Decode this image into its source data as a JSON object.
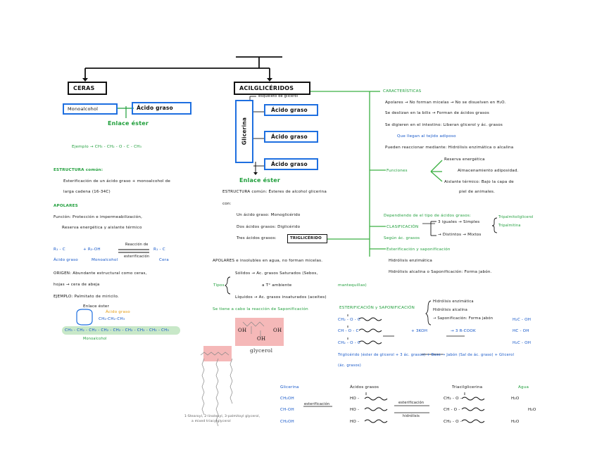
{
  "colors": {
    "black": "#111111",
    "blue": "#1e6fe0",
    "green": "#3cb043",
    "orange": "#e39a0e",
    "pink": "#f5b8b8"
  },
  "top": {
    "ceras": "CERAS",
    "acil": "ACILGLICÉRIDOS"
  },
  "ceras": {
    "mono": "Monoalcohol",
    "acido": "Ácido graso",
    "enlace": "Enlace éster",
    "ejemplo": "Ejemplo → CH₃ - CH₂ - O - C - CH₃",
    "estr_t": "ESTRUCTURA común:",
    "estr_1": "Esterificación de un ácido graso + monoalcohol de",
    "estr_2": "larga cadena (16-34C)",
    "apolares": "APOLARES",
    "funcion": "Función: Protección e impermeabilización,",
    "funcion2": "Reserva energética y aislante térmico",
    "r1": "R₁ - C",
    "r_mas": "+ R₂-OH",
    "r_top": "Reacción de",
    "r_bot": "esterificación",
    "r_prod": "R₁ - C",
    "r_lbl1": "Ácido graso",
    "r_lbl2": "Monoalcohol",
    "r_lbl3": "Cera",
    "origen": "ORIGEN: Abundante estructural como ceras,",
    "origen2": "hojas → cera de abeja",
    "ejemplo2": "EJEMPLO: Palmitato de miricilo.",
    "enlace2": "Enlace éster",
    "acido2": "Ácido graso",
    "formula1": "CH₂-CH₂-CH₃",
    "formula2": "CH₃ - CH₂ - CH₂ - CH₂ - CH₂ - CH₂ - CH₂ - CH₂ - CH₃",
    "mono2": "Monoalcohol"
  },
  "acil": {
    "esqueleto": "esqueleto de glicerol",
    "glicerina": "Glicerina",
    "ag1": "Ácido graso",
    "ag2": "Ácido graso",
    "ag3": "Ácido graso",
    "enlace": "Enlace éster",
    "estr": "ESTRUCTURA común: Ésteres de alcohol glicerina",
    "estr2": "con:",
    "uno": "Un ácido graso: Monoglicérido",
    "dos": "Dos ácidos grasos: Diglicérido",
    "tres": "Tres ácidos grasos:",
    "trig": "TRIGLICÉRIDO",
    "apol": "APOLARES e insolubles en agua, no forman micelas.",
    "tipos": "Tipos",
    "solidos": "Sólidos → Ac. grasos Saturados (Sebos,",
    "mant": "mantequillas)",
    "ambiente": "a T° ambiente",
    "liquidos": "Líquidos → Ac. grasos insaturados (aceites)",
    "obtiene": "Se tiene a cabo la reacción de Saponificación",
    "glycerol": "glycerol",
    "gl_OH1": "OH",
    "gl_OH2": "OH",
    "gl_OH3": "OH",
    "caption1": "1-Stearoyl, 2-linoleoyl, 3-palmitoyl glycerol,",
    "caption2": "a mixed triacylglycerol"
  },
  "right": {
    "caract": "CARACTERÍSTICAS",
    "c1": "Apolares → No forman micelas → No se disuelven en H₂O.",
    "c2": "Se deslizan en la bilis → Forman de ácidos grasos",
    "c3": "Se digieren en el intestino: Liberan glicerol y ác. grasos",
    "c4": "Que llegan al tejido adiposo",
    "c5": "Pueden reaccionar mediante: Hidrólisis enzimática o alcalina",
    "funciones": "Funciones",
    "f1": "Reserva energética",
    "f2": "Almacenamiento adiposidad.",
    "f3": "Aislante térmico: Bajo la capa de",
    "f3b": "piel de animales.",
    "dep": "Dependiendo de el tipo de ácidos grasos:",
    "clasif": "CLASIFICACIÓN",
    "iguales": "3 iguales → Simples",
    "trip": "Tripalmitoilglicerol",
    "trip2": "Tripalmitina",
    "dist": "→ Distintos → Mixtos",
    "segun": "Según ác. grasos",
    "ester": "Esterificación y saponificación",
    "h_enz": "Hidrólisis enzimática",
    "h_alc": "Hidrólisis alcalina o Saponificación: Forma jabón."
  },
  "sapo": {
    "title": "ESTERIFICACIÓN y SAPONIFICACIÓN",
    "o1": "Hidrólisis enzimática",
    "o2": "Hidrólisis alcalina",
    "o3": "→ Saponificación: Forma jabón",
    "r1": "CH₂ - O - C",
    "r2": "CH - O - C",
    "r3": "CH₂ - O - C",
    "koh": "+ 3KOH",
    "arrow": "→ 3 R-COOK",
    "p1": "H₂C - OH",
    "p2": "HC - OH",
    "p3": "H₂C - OH",
    "sum": "Triglicérido (éster de glicerol + 3 ác. grasos) + Base → Jabón (Sal de ác. graso) + Glicerol",
    "sum2": "(ác. grasos)"
  },
  "bottom": {
    "glic": "Glicerina",
    "acgr": "Ácidos grasos",
    "trigl": "Triacilglicerina",
    "agua": "Agua",
    "g1": "CH₂OH",
    "g2": "CH-OH",
    "g3": "CH₂OH",
    "esterif": "esterificación",
    "a1": "HO -",
    "a2": "HO -",
    "a3": "HO -",
    "esterif2": "esterificación",
    "hidro": "hidrólisis",
    "t1": "CH₂ - O -",
    "t2": "CH - O -",
    "t3": "CH₂ - O -",
    "w1": "H₂O",
    "w2": "H₂O",
    "w3": "H₂O"
  }
}
